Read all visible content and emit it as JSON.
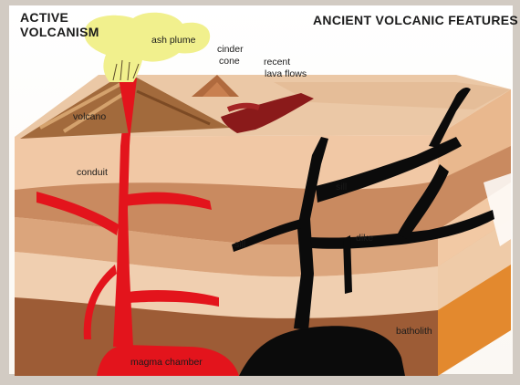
{
  "headings": {
    "active_line1": "ACTIVE",
    "active_line2": "VOLCANISM",
    "ancient": "ANCIENT VOLCANIC FEATURES"
  },
  "labels": {
    "ash_plume": "ash plume",
    "cinder_line1": "cinder",
    "cinder_line2": "cone",
    "lava_line1": "recent",
    "lava_line2": "lava flows",
    "volcano": "volcano",
    "conduit": "conduit",
    "sill_upper": "sill",
    "sill_lower": "sill",
    "dike": "dike",
    "batholith": "batholith",
    "magma_chamber": "magma chamber"
  },
  "colors": {
    "magma": "#e3141c",
    "ancient_intrusion": "#0b0b0b",
    "ash_plume": "#f1f08d",
    "layer_light": "#f2c9a4",
    "layer_mid": "#c98a60",
    "layer_dark": "#9b5a34",
    "lava_flow": "#8a1a1a",
    "right_face": "#e3892e",
    "frame": "#c7c1ba"
  }
}
